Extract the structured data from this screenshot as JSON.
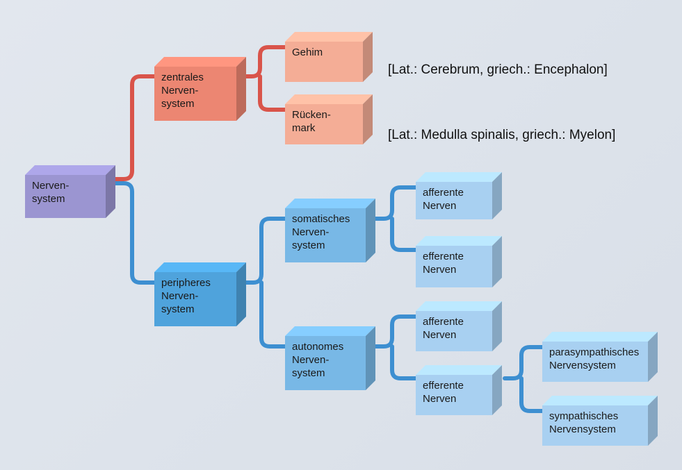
{
  "colors": {
    "root": "#9b95d1",
    "central": "#ec8672",
    "central_light": "#f4ad96",
    "peripheral": "#4fa3dc",
    "peripheral_mid": "#78b8e6",
    "peripheral_light": "#a8d0f1",
    "red_line": "#d9544a",
    "blue_line": "#3d8fd1"
  },
  "nodes": {
    "root": "Nerven-\nsystem",
    "zns": "zentrales\nNerven-\nsystem",
    "gehirn": "Gehim",
    "rueckenmark": "Rücken-\nmark",
    "pns": "peripheres\nNerven-\nsystem",
    "somatisch": "somatisches\nNerven-\nsystem",
    "som_afferent": "afferente\nNerven",
    "som_efferent": "efferente\nNerven",
    "autonom": "autonomes\nNerven-\nsystem",
    "aut_afferent": "afferente\nNerven",
    "aut_efferent": "efferente\nNerven",
    "para": "parasympathisches\nNervensystem",
    "sym": "sympathisches\nNervensystem"
  },
  "annotations": {
    "cerebrum": "[Lat.: Cerebrum, griech.: Encephalon]",
    "medulla": "[Lat.: Medulla spinalis, griech.: Myelon]"
  }
}
